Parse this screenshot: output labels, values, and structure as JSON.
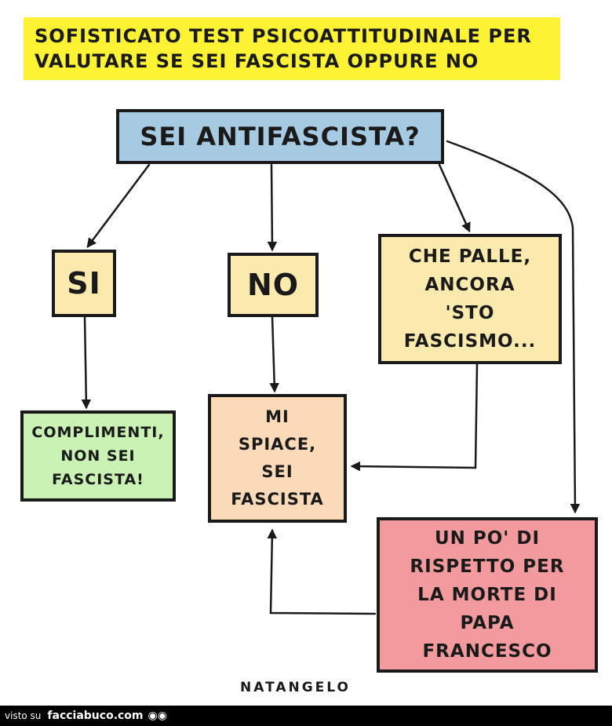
{
  "title": {
    "line1": "SOFISTICATO TEST PSICOATTITUDINALE PER",
    "line2": "VALUTARE SE SEI FASCISTA OPPURE NO"
  },
  "question": "SEI ANTIFASCISTA?",
  "answers": {
    "si": "SI",
    "no": "NO",
    "che_palle": [
      "CHE PALLE,",
      "ANCORA",
      "'STO",
      "FASCISMO..."
    ]
  },
  "outcomes": {
    "complimenti": [
      "COMPLIMENTI,",
      "NON SEI",
      "FASCISTA!"
    ],
    "mi_spiace": [
      "MI",
      "SPIACE,",
      "SEI",
      "FASCISTA"
    ],
    "un_po": [
      "UN PO' DI",
      "RISPETTO PER",
      "LA MORTE DI",
      "PAPA",
      "FRANCESCO"
    ]
  },
  "signature": "NATANGELO",
  "footer": {
    "prefix": "visto su",
    "brand": "facciabuco.com",
    "icon": "eyes-icon"
  },
  "colors": {
    "title_bg": "#fdf233",
    "question_bg": "#a7cae3",
    "answer_bg": "#fbeaad",
    "complimenti_bg": "#c9f2b4",
    "mi_spiace_bg": "#fbdab9",
    "un_po_bg": "#f29a9d"
  }
}
